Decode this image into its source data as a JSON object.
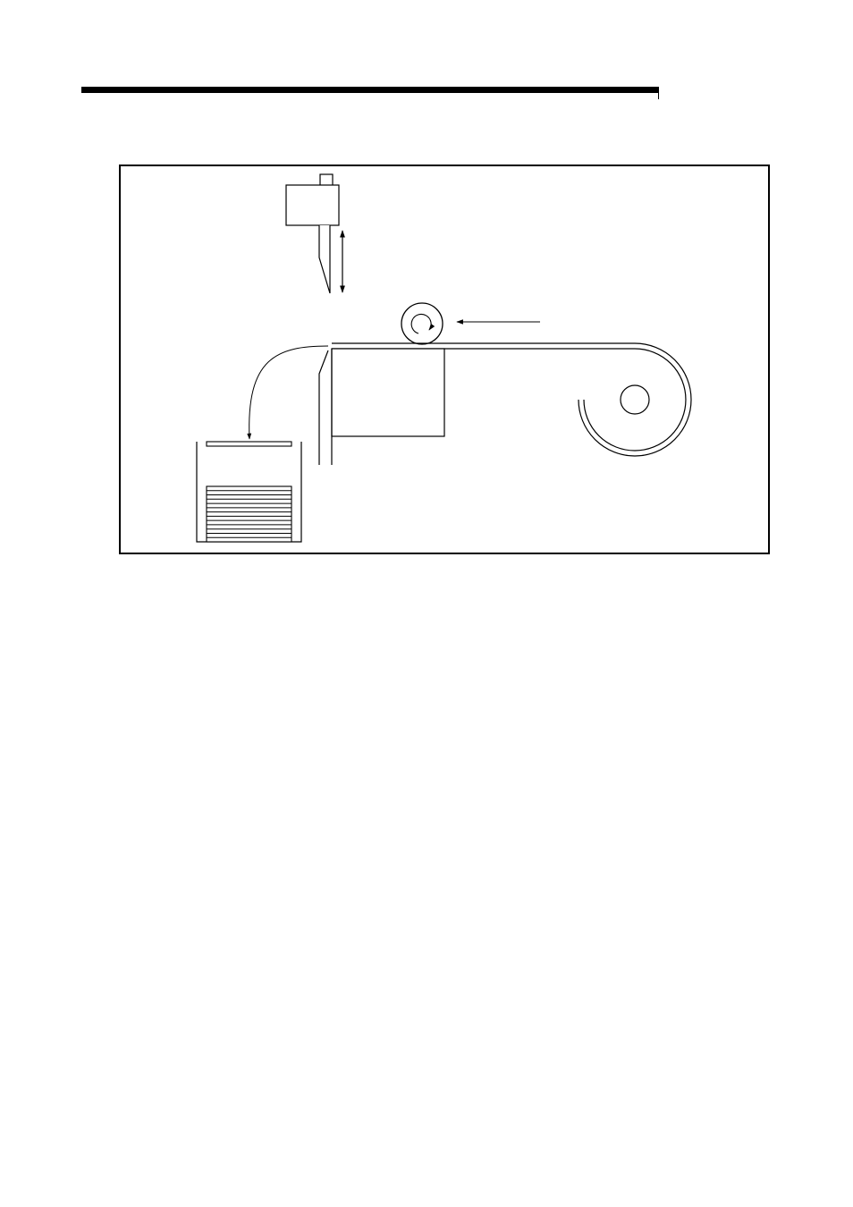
{
  "page": {
    "header_rule": "present",
    "background_color": "#ffffff",
    "ink_color": "#000000"
  },
  "diagram": {
    "type": "mechanical-schematic",
    "description_components": [
      "cutter-head",
      "cutter-blade",
      "blade-stroke-arrow",
      "feed-roller",
      "feed-direction-arrow",
      "material-sheet",
      "cutting-table",
      "material-roll",
      "roll-core",
      "discharge-guide",
      "discharge-path-arrow",
      "stacking-tray",
      "cut-piece",
      "stacked-pieces"
    ],
    "stacked_piece_count": 13,
    "labels": []
  }
}
